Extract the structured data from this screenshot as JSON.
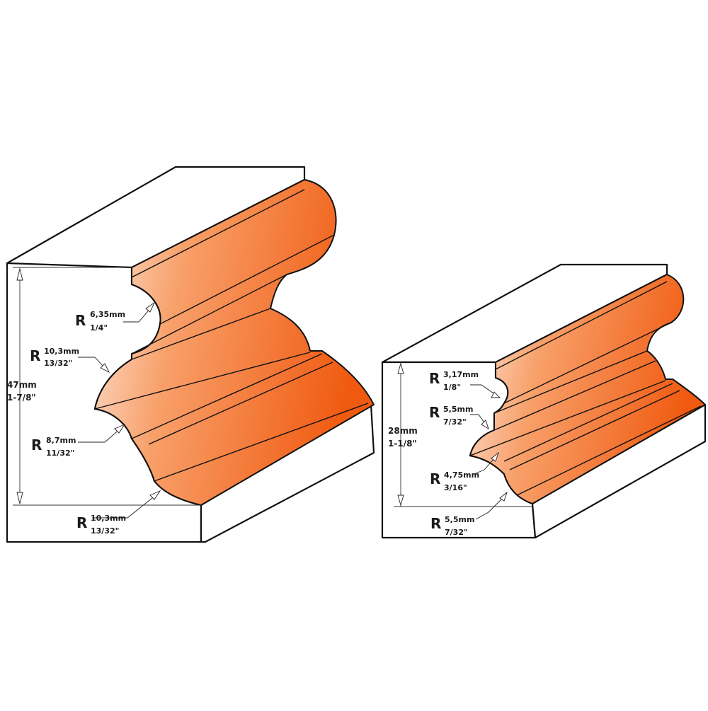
{
  "colors": {
    "profile_light": "#fde6d8",
    "profile_mid": "#f8a06a",
    "profile_dark": "#f05a10",
    "outline": "#111111"
  },
  "left_profile": {
    "height_mm": "47mm",
    "height_in": "1-7/8\"",
    "radii": [
      {
        "r": "R",
        "mm": "6,35mm",
        "in": "1/4\""
      },
      {
        "r": "R",
        "mm": "10,3mm",
        "in": "13/32\""
      },
      {
        "r": "R",
        "mm": "8,7mm",
        "in": "11/32\""
      },
      {
        "r": "R",
        "mm": "10,3mm",
        "in": "13/32\""
      }
    ]
  },
  "right_profile": {
    "height_mm": "28mm",
    "height_in": "1-1/8\"",
    "radii": [
      {
        "r": "R",
        "mm": "3,17mm",
        "in": "1/8\""
      },
      {
        "r": "R",
        "mm": "5,5mm",
        "in": "7/32\""
      },
      {
        "r": "R",
        "mm": "4,75mm",
        "in": "3/16\""
      },
      {
        "r": "R",
        "mm": "5,5mm",
        "in": "7/32\""
      }
    ]
  }
}
